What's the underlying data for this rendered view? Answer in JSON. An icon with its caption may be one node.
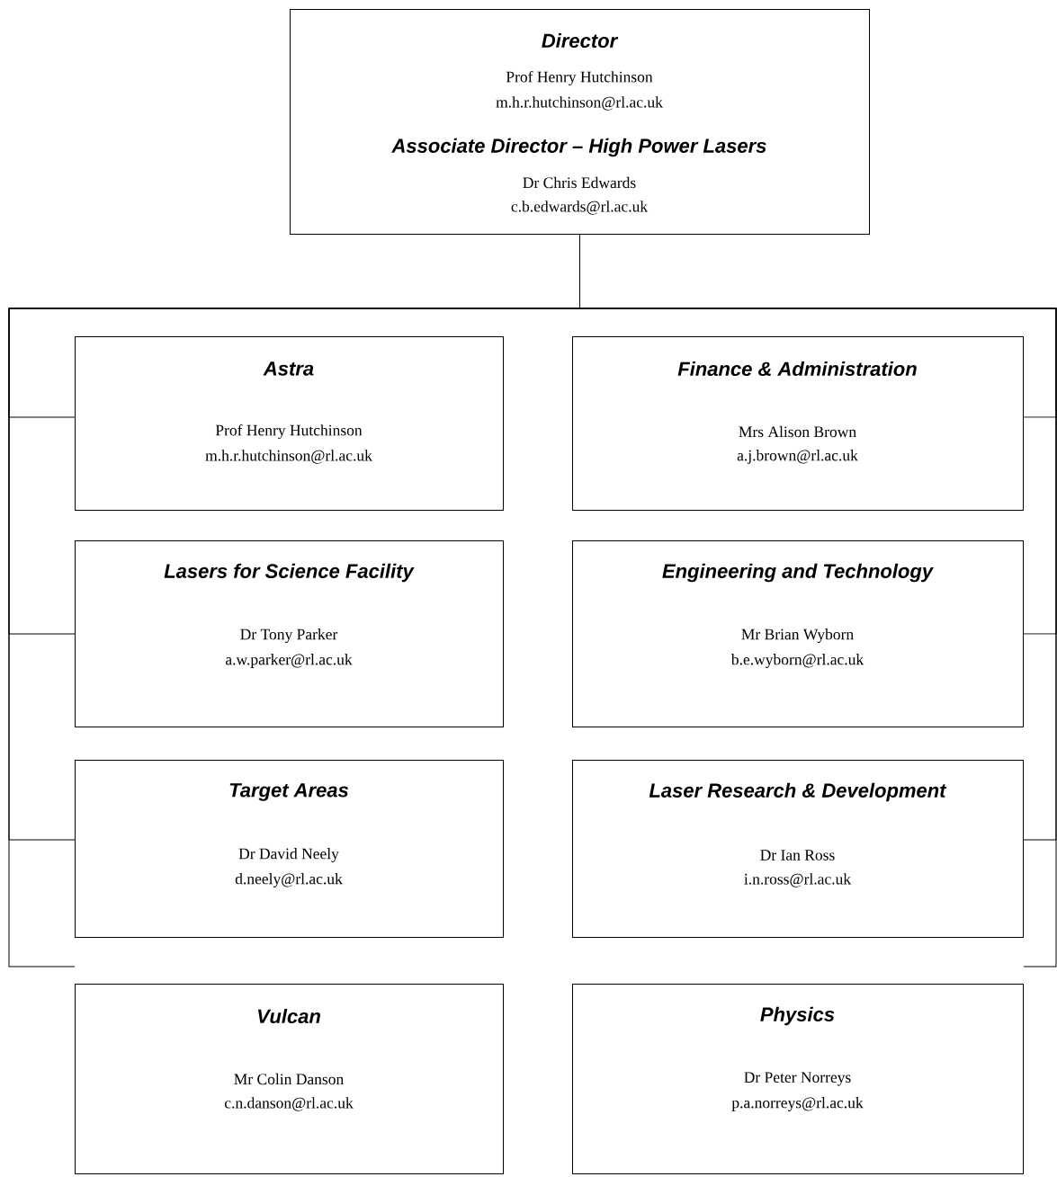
{
  "diagram": {
    "nodes": [
      {
        "text": [
          "Director",
          "Prof Henry Hutchinson",
          "m.h.r.hutchinson@rl.ac.uk",
          "Associate Director – High Power Lasers",
          "Dr Chris Edwards",
          "c.b.edwards@rl.ac.uk"
        ]
      },
      {
        "text": [
          "Astra",
          "Prof Henry Hutchinson",
          "m.h.r.hutchinson@rl.ac.uk"
        ]
      },
      {
        "text": [
          "Finance & Administration",
          "Mrs Alison Brown",
          "a.j.brown@rl.ac.uk"
        ]
      },
      {
        "text": [
          "Lasers for Science Facility",
          "Dr Tony Parker",
          "a.w.parker@rl.ac.uk"
        ]
      },
      {
        "text": [
          "Engineering and Technology",
          "Mr Brian Wyborn",
          "b.e.wyborn@rl.ac.uk"
        ]
      },
      {
        "text": [
          "Target Areas",
          "Dr David Neely",
          "d.neely@rl.ac.uk"
        ]
      },
      {
        "text": [
          "Laser Research & Development",
          "Dr Ian Ross",
          "i.n.ross@rl.ac.uk"
        ]
      },
      {
        "text": [
          "Vulcan",
          "Mr Colin Danson",
          "c.n.danson@rl.ac.uk"
        ]
      },
      {
        "text": [
          "Physics",
          "Dr Peter Norreys",
          "p.a.norreys@rl.ac.uk"
        ]
      }
    ],
    "edges": [
      {
        "from": 0,
        "to": 1,
        "arrow": "none"
      },
      {
        "from": 0,
        "to": 2,
        "arrow": "none"
      },
      {
        "from": 0,
        "to": 3,
        "arrow": "none"
      },
      {
        "from": 0,
        "to": 4,
        "arrow": "none"
      },
      {
        "from": 0,
        "to": 5,
        "arrow": "none"
      },
      {
        "from": 0,
        "to": 6,
        "arrow": "none"
      },
      {
        "from": 0,
        "to": 7,
        "arrow": "none"
      },
      {
        "from": 0,
        "to": 8,
        "arrow": "none"
      }
    ]
  }
}
